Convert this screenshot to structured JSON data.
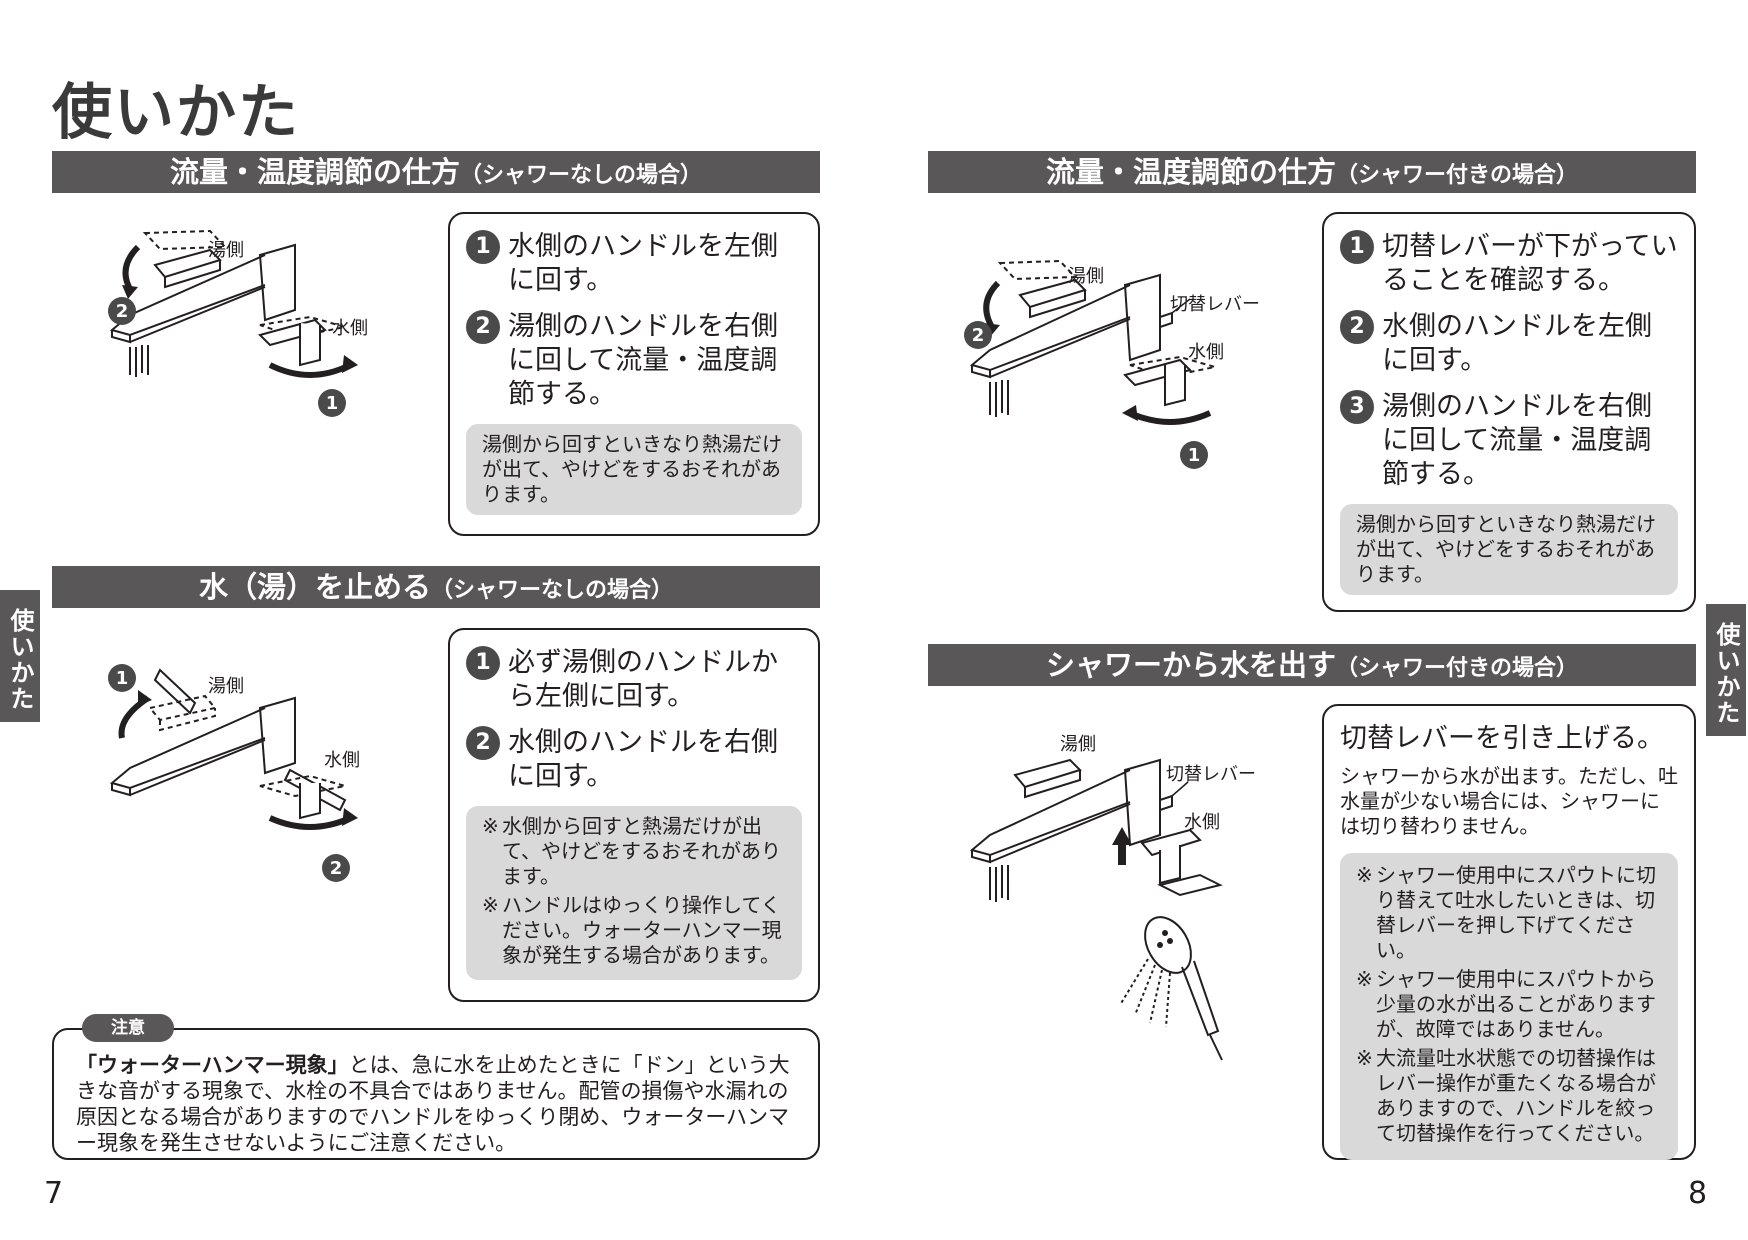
{
  "page_title": "使いかた",
  "side_tab": "使いかた",
  "left": {
    "section1": {
      "title": "流量・温度調節の仕方",
      "sub": "（シャワーなしの場合）",
      "labels": {
        "hot": "湯側",
        "cold": "水側",
        "n1": "1",
        "n2": "2"
      },
      "steps": [
        {
          "num": "1",
          "text": "水側のハンドルを左側に回す。"
        },
        {
          "num": "2",
          "text": "湯側のハンドルを右側に回して流量・温度調節する。"
        }
      ],
      "note": "湯側から回すといきなり熱湯だけが出て、やけどをするおそれがあります。"
    },
    "section2": {
      "title": "水（湯）を止める",
      "sub": "（シャワーなしの場合）",
      "labels": {
        "hot": "湯側",
        "cold": "水側",
        "n1": "1",
        "n2": "2"
      },
      "steps": [
        {
          "num": "1",
          "text": "必ず湯側のハンドルから左側に回す。"
        },
        {
          "num": "2",
          "text": "水側のハンドルを右側に回す。"
        }
      ],
      "notes": [
        "水側から回すと熱湯だけが出て、やけどをするおそれがあります。",
        "ハンドルはゆっくり操作してください。ウォーターハンマー現象が発生する場合があります。"
      ]
    },
    "caution": {
      "label": "注意",
      "bold": "「ウォーターハンマー現象」",
      "text": "とは、急に水を止めたときに「ドン」という大きな音がする現象で、水栓の不具合ではありません。配管の損傷や水漏れの原因となる場合がありますのでハンドルをゆっくり閉め、ウォーターハンマー現象を発生させないようにご注意ください。"
    },
    "page_number": "7"
  },
  "right": {
    "section1": {
      "title": "流量・温度調節の仕方",
      "sub": "（シャワー付きの場合）",
      "labels": {
        "hot": "湯側",
        "lever": "切替レバー",
        "cold": "水側",
        "n1": "1",
        "n2": "2"
      },
      "steps": [
        {
          "num": "1",
          "text": "切替レバーが下がっていることを確認する。"
        },
        {
          "num": "2",
          "text": "水側のハンドルを左側に回す。"
        },
        {
          "num": "3",
          "text": "湯側のハンドルを右側に回して流量・温度調節する。"
        }
      ],
      "note": "湯側から回すといきなり熱湯だけが出て、やけどをするおそれがあります。"
    },
    "section2": {
      "title": "シャワーから水を出す",
      "sub": "（シャワー付きの場合）",
      "labels": {
        "hot": "湯側",
        "lever": "切替レバー",
        "cold": "水側"
      },
      "heading": "切替レバーを引き上げる。",
      "body": "シャワーから水が出ます。ただし、吐水量が少ない場合には、シャワーには切り替わりません。",
      "notes": [
        "シャワー使用中にスパウトに切り替えて吐水したいときは、切替レバーを押し下げてください。",
        "シャワー使用中にスパウトから少量の水が出ることがありますが、故障ではありません。",
        "大流量吐水状態での切替操作はレバー操作が重たくなる場合がありますので、ハンドルを絞って切替操作を行ってください。"
      ]
    },
    "page_number": "8"
  }
}
